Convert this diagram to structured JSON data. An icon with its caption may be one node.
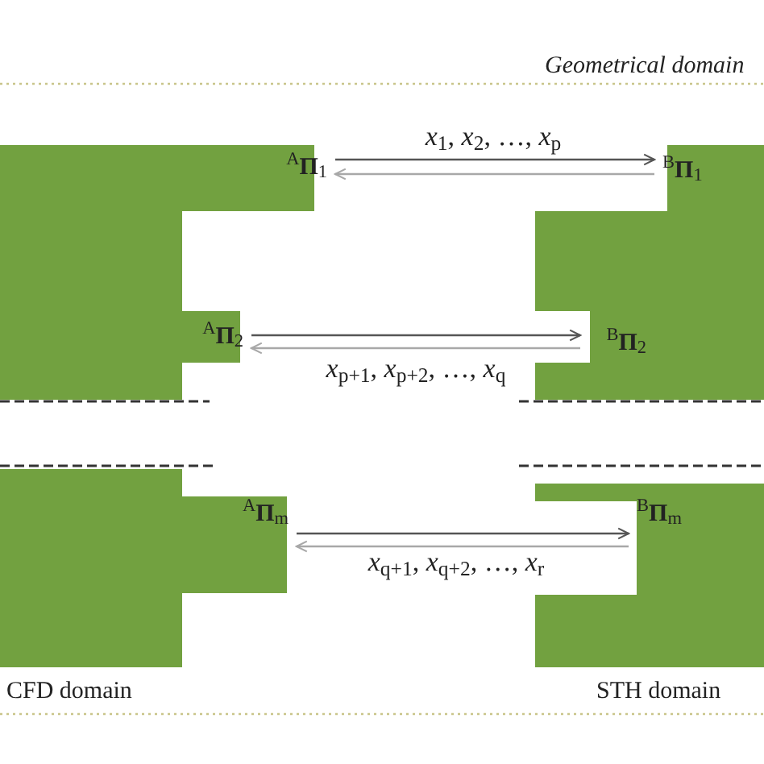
{
  "diagram": {
    "nodes": [
      {
        "text": [
          "$^{A}$**Π**$_{1}$"
        ]
      },
      {
        "text": [
          "$^{B}$**Π**$_{1}$"
        ]
      },
      {
        "text": [
          "$^{A}$**Π**$_{2}$"
        ]
      },
      {
        "text": [
          "$^{B}$**Π**$_{2}$"
        ]
      },
      {
        "text": [
          "$^{A}$**Π**$_{m}$"
        ]
      },
      {
        "text": [
          "$^{B}$**Π**$_{m}$"
        ]
      }
    ],
    "edges": [
      {
        "from": 0,
        "to": 1,
        "arrow": "to",
        "label": "*x*$_{1}$, *x*$_{2}$, …, *x*$_{p}$"
      },
      {
        "from": 1,
        "to": 0,
        "arrow": "to",
        "color": "#a8a8a8"
      },
      {
        "from": 2,
        "to": 3,
        "arrow": "to",
        "label": "*x*$_{p+1}$, *x*$_{p+2}$, …, *x*$_{q}$"
      },
      {
        "from": 3,
        "to": 2,
        "arrow": "to",
        "color": "#a8a8a8"
      },
      {
        "from": 4,
        "to": 5,
        "arrow": "to",
        "label": "*x*$_{q+1}$, *x*$_{q+2}$, …, *x*$_{r}$"
      },
      {
        "from": 5,
        "to": 4,
        "arrow": "to",
        "color": "#a8a8a8"
      }
    ],
    "labels": [
      "Geometrical domain",
      "CFD domain",
      "STH domain"
    ]
  }
}
